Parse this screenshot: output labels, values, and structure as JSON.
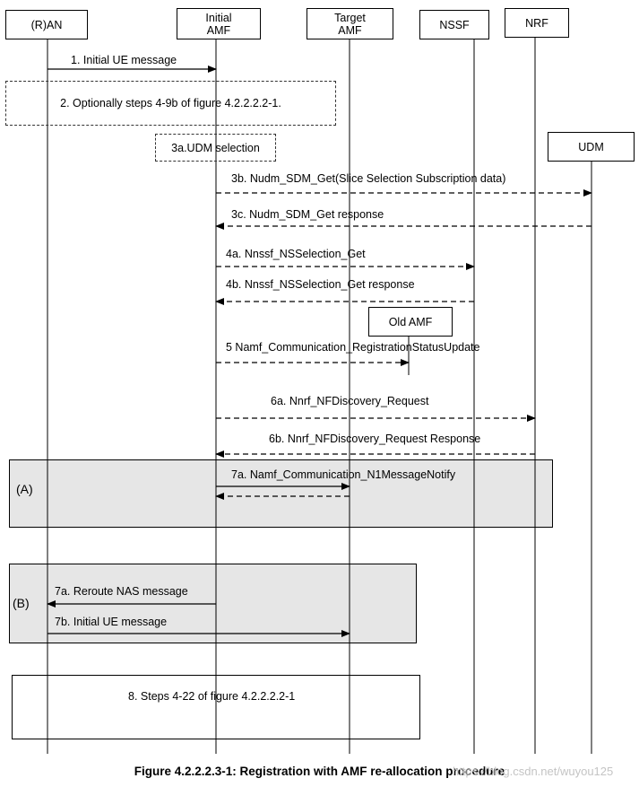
{
  "participants": {
    "ran": "(R)AN",
    "initial_amf_line1": "Initial",
    "initial_amf_line2": "AMF",
    "target_amf_line1": "Target",
    "target_amf_line2": "AMF",
    "nssf": "NSSF",
    "nrf": "NRF",
    "udm": "UDM",
    "old_amf": "Old AMF"
  },
  "messages": {
    "m1": "1. Initial UE message",
    "m2": "2. Optionally steps 4-9b of figure 4.2.2.2.2-1.",
    "m3a": "3a.UDM selection",
    "m3b": "3b. Nudm_SDM_Get(Slice Selection Subscription data)",
    "m3c": "3c. Nudm_SDM_Get response",
    "m4a": "4a. Nnssf_NSSelection_Get",
    "m4b": "4b. Nnssf_NSSelection_Get response",
    "m5": "5 Namf_Communication_RegistrationStatusUpdate",
    "m6a": "6a. Nnrf_NFDiscovery_Request",
    "m6b": "6b. Nnrf_NFDiscovery_Request Response",
    "m7a_a": "7a. Namf_Communication_N1MessageNotify",
    "m7a_b": "7a. Reroute NAS message",
    "m7b": "7b. Initial UE message",
    "m8": "8. Steps 4-22 of figure 4.2.2.2.2-1"
  },
  "regions": {
    "a": "(A)",
    "b": "(B)"
  },
  "caption": "Figure 4.2.2.2.3-1: Registration with AMF re-allocation procedure",
  "watermark": "https://blog.csdn.net/wuyou125",
  "colors": {
    "region_fill": "#e6e6e6",
    "line": "#000000"
  }
}
